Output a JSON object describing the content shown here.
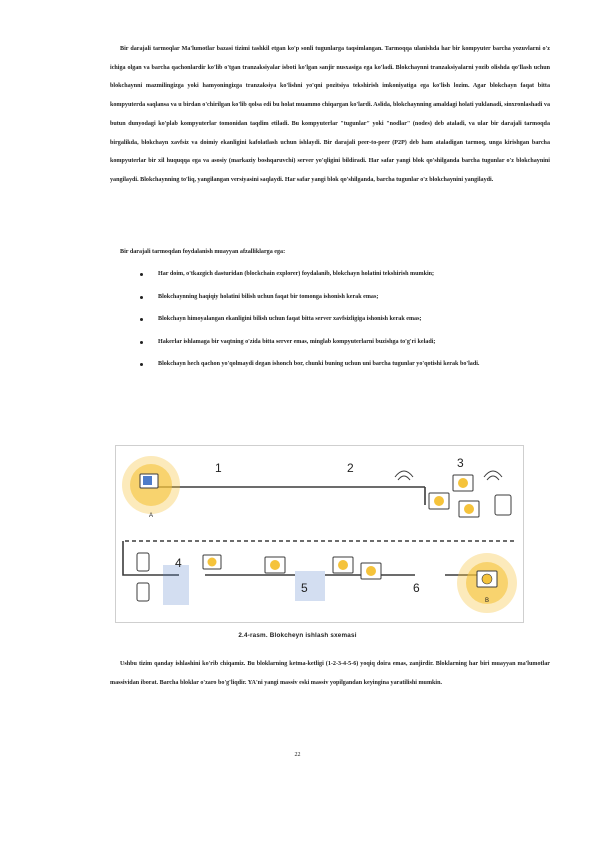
{
  "paragraph1": "Bir darajali tarmoqlar Ma'lumotlar bazasi tizimi tashkil etgan ko'p sonli tugunlarga taqsimlangan. Tarmoqqa ulanishda har bir kompyuter barcha yozuvlarni o'z ichiga olgan va barcha qachonlardir ko'lib o'tgan tranzaksiyalar isboti ko'lgan sanjir nusxasiga ega ko'ladi. Blokchaynni tranzaksiyalarni yozib olishda qo'llash uchun blokchaynni mazmilingizga yoki hamyoningizga tranzaksiya ko'lishni yo'qni pozitsiya tekshirish imkoniyatiga ega ko'lish lozim. Agar blokchayn faqat bitta kompyuterda saqlansa va u birdan o'chirilgan ko'lib qolsa edi bu holat muammo chiqargan ko'lardi. Aslida, blokchaynning amaldagi holati yuklanadi, sinxronlashadi va butun dunyodagi ko'plab kompyuterlar tomonidan taqdim etiladi. Bu kompyuterlar \"tugunlar\" yoki \"nodlar\" (nodes) deb ataladi, va ular bir darajali tarmoqda birgalikda, blokchayn xavfsiz va doimiy ekanligini kafolatlash uchun ishlaydi. Bir darajali peer-to-peer (P2P) deb ham ataladigan tarmoq, unga kirishgan barcha kompyuterlar bir xil huquqqa ega va asosiy (markaziy boshqaruvchi) server yo'qligini bildiradi. Har safar yangi blok qo'shilganda barcha tugunlar o'z blokchaynini yangilaydi. Blokchaynning to'liq, yangilangan versiyasini saqlaydi. Har safar yangi blok qo'shilganda, barcha tugunlar o'z blokchaynini yangilaydi.",
  "paragraph1_display": "Bir darajali tarmoqlar Ma'lumotlar bazasi tizimi tashkil etgan ko'p sonli tugunlarga taqsimlangan. Tarmoqqa ulanishda har bir kompyuter barcha yozuvlarni o'z ichiga olgan va barcha qachonlardir ko'lib o'tgan tranzaksiyalar isboti ko'lgan sanjir nusxasiga ega ko'ladi. Blokchaynni tranzaksiyalarni yozib olishda qo'llash uchun blokchaynni mazmilingizga yoki hamyoningizga tranzaksiya ko'lishni yo'qni pozitsiya tekshirish imkoniyatiga ega ko'lish lozim. Agar blokchayn faqat bitta kompyuterda saqlansa va u birdan o'chirilgan ko'lib qolsa edi bu holat muammo chiqargan ko'lardi. Aslida, blokchaynning amaldagi holati yuklanadi, sinxronlashadi va butun dunyodagi ko'plab kompyuterlar tomonidan taqdim etiladi. Bu kompyuterlar \"tugunlar\" yoki \"nodlar\" (nodes) deb ataladi, va ular bir darajali tarmoqda birgalikda, blokchayn xavfsiz va doimiy ekanligini kafolatlash uchun ishlaydi. Bir darajali peer-to-peer (P2P) deb ham ataladigan tarmoq, unga kirishgan barcha kompyuterlar bir xil huquqqa ega va asosiy (markaziy boshqaruvchi) server yo'qligini bildiradi. Har safar yangi blok qo'shilganda barcha tugunlar o'z blokchaynini yangilaydi. Blokchaynning to'liq, yangilangan versiyasini saqlaydi. Har safar yangi blok qo'shilganda, barcha tugunlar o'z blokchaynini yangilaydi.",
  "lead": "Bir darajali tarmoqdan foydalanish muayyan afzalliklarga ega:",
  "bullets": [
    "Har doim, o'tkazgich dasturidan (blockchain explorer) foydalanib, blokchayn holatini tekshirish mumkin;",
    "Blokchaynning haqiqiy holatini bilish uchun faqat bir tomonga ishonish kerak emas;",
    "Blokchayn himoyalangan ekanligini bilish uchun faqat bitta server xavfsizligiga ishonish kerak emas;",
    "Hakerlar ishlamaga bir vaqtning o'zida bitta server emas, minglab kompyuterlarni buzishga to'g'ri keladi;",
    "Blokchayn hech qachon yo'qolmaydi degan ishonch bor, chunki buning uchun uni barcha tugunlar yo'qotishi kerak bo'ladi."
  ],
  "figure": {
    "labels": [
      "1",
      "2",
      "3",
      "4",
      "5",
      "6"
    ],
    "node_a": "A",
    "node_b": "B"
  },
  "caption": "2.4-rasm. Blokcheyn ishlash sxemasi",
  "paragraph2": "Ushbu tizim qanday ishlashini ko'rib chiqamiz. Bu bloklarning ketma-ketligi (1-2-3-4-5-6) yoqiq doira emas, zanjirdir. Bloklarning har biri muayyan ma'lumotlar massividan iborat. Barcha bloklar o'zaro bo'g'liqdir. YA'ni yangi massiv eski massiv yopilgandan keyingina yaratilishi mumkin.",
  "page_number": "22",
  "colors": {
    "accent": "#f5c33b",
    "line": "#3b3b3b",
    "node_blue": "#4e7cc9"
  }
}
